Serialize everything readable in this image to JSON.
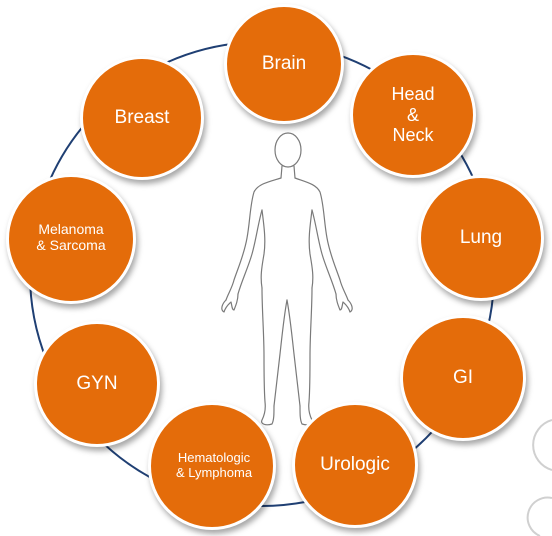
{
  "diagram": {
    "ring_color": "#1f3f73",
    "node_color": "#e46c0a",
    "nodes": [
      {
        "id": "brain",
        "label": "Brain"
      },
      {
        "id": "head-neck",
        "label": "Head\n&\nNeck"
      },
      {
        "id": "lung",
        "label": "Lung"
      },
      {
        "id": "gi",
        "label": "GI"
      },
      {
        "id": "urologic",
        "label": "Urologic"
      },
      {
        "id": "hematologic",
        "label": "Hematologic\n& Lymphoma"
      },
      {
        "id": "gyn",
        "label": "GYN"
      },
      {
        "id": "melanoma-sarcoma",
        "label": "Melanoma\n& Sarcoma"
      },
      {
        "id": "breast",
        "label": "Breast"
      }
    ],
    "center_icon": "human-body-outline-icon"
  }
}
